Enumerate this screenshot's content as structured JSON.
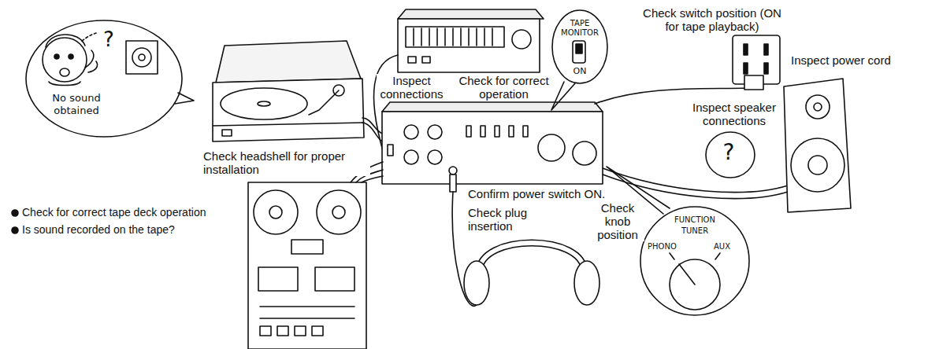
{
  "diagram": {
    "nodes": [
      {
        "text": [
          "No sound obtained",
          "?"
        ]
      },
      {
        "text": [
          "TAPE MONITOR",
          "ON"
        ]
      },
      {
        "text": [
          "?"
        ]
      },
      {
        "text": [
          "FUNCTION",
          "TUNER",
          "PHONO",
          "AUX"
        ]
      }
    ],
    "labels": [
      "Check switch position (ON for tape playback)",
      "Inspect power cord",
      "Check for correct operation",
      "Inspect connections",
      "Inspect speaker connections",
      "Check headshell for proper installation",
      "Confirm power switch ON.",
      "Check plug insertion",
      "Check knob position",
      "Check for correct tape deck operation",
      "Is sound recorded on the tape?"
    ]
  }
}
